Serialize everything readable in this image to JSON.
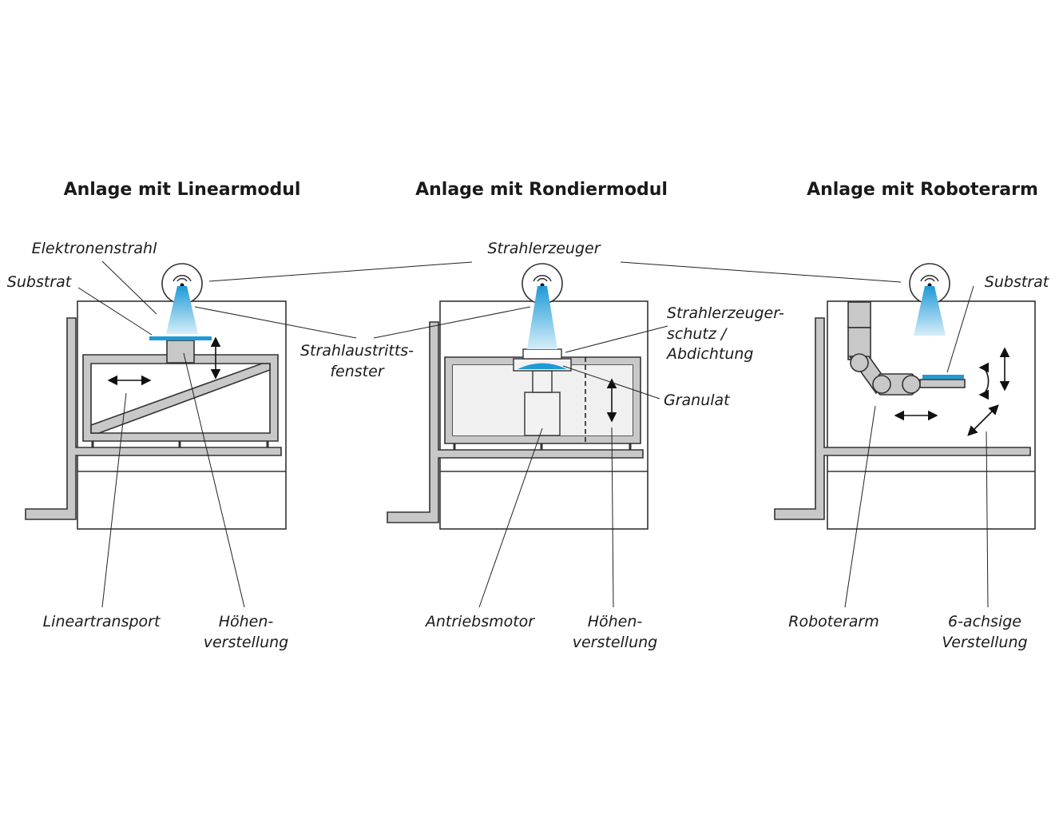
{
  "titles": {
    "linear": "Anlage mit Linearmodul",
    "rondier": "Anlage mit Rondiermodul",
    "robot": "Anlage mit Roboterarm"
  },
  "labels": {
    "elektronenstrahl": "Elektronenstrahl",
    "substrat_left": "Substrat",
    "strahlerzeuger": "Strahlerzeuger",
    "substrat_right": "Substrat",
    "strahlaustritt_1": "Strahlaustritts-",
    "strahlaustritt_2": "fenster",
    "schutz_1": "Strahlerzeuger-",
    "schutz_2": "schutz /",
    "schutz_3": "Abdichtung",
    "granulat": "Granulat",
    "lineartransport": "Lineartransport",
    "hoehen1_1": "Höhen-",
    "hoehen1_2": "verstellung",
    "antriebsmotor": "Antriebsmotor",
    "hoehen2_1": "Höhen-",
    "hoehen2_2": "verstellung",
    "roboterarm": "Roboterarm",
    "achsig_1": "6-achsige",
    "achsig_2": "Verstellung"
  },
  "colors": {
    "beam_top": "#1f9ad6",
    "beam_bottom": "#d6eef9",
    "substrate": "#1f9ad6",
    "structure_gray": "#c8c8c8"
  }
}
